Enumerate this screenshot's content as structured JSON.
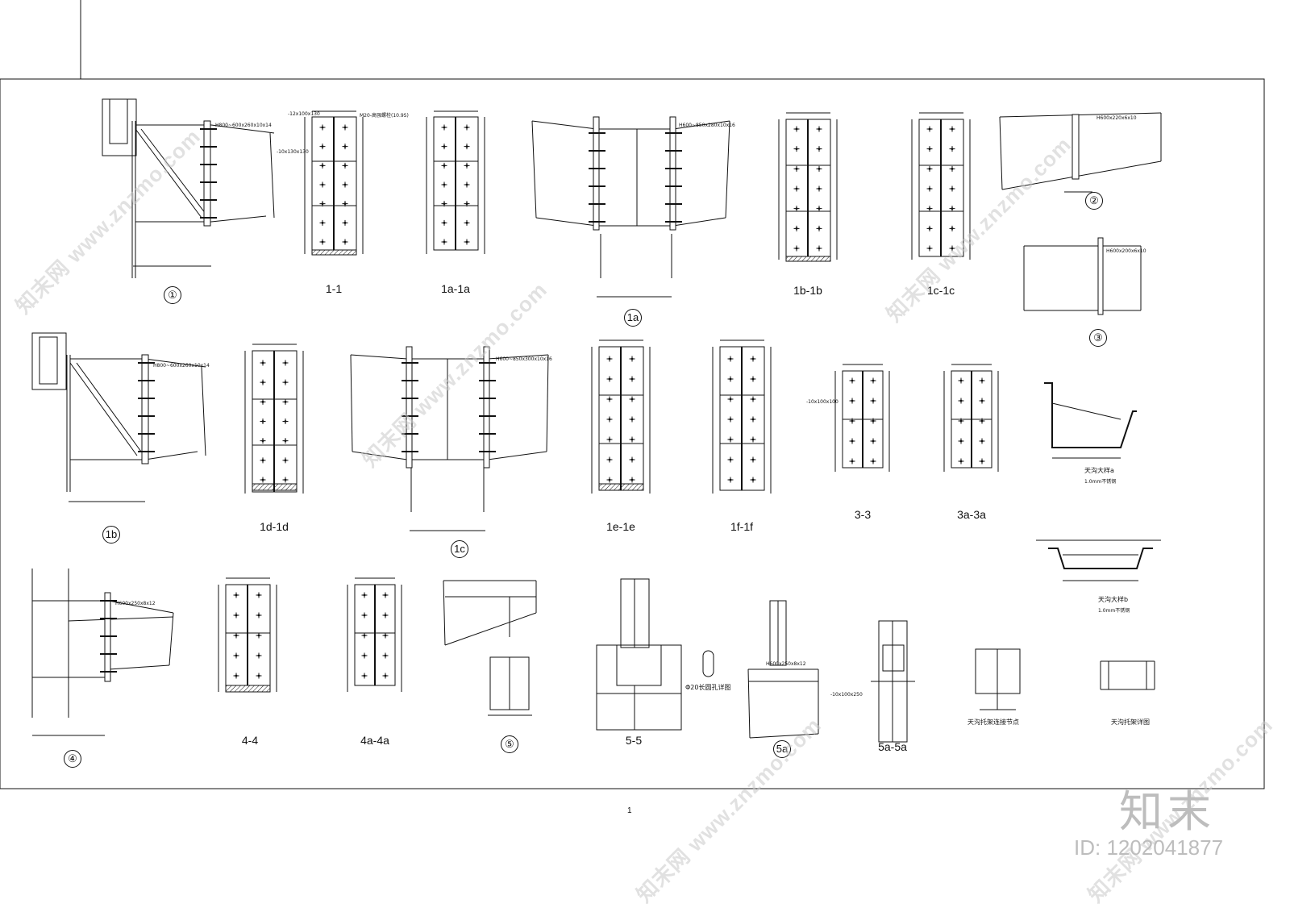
{
  "captions": {
    "d1": "①",
    "s11": "1-1",
    "s1a": "1a-1a",
    "d1a": "1a",
    "s1b": "1b-1b",
    "s1c": "1c-1c",
    "d2": "②",
    "d3": "③",
    "d1b": "1b",
    "s1d": "1d-1d",
    "d1c": "1c",
    "s1e": "1e-1e",
    "s1f": "1f-1f",
    "s33": "3-3",
    "s3a": "3a-3a",
    "d4": "④",
    "s44": "4-4",
    "s4a": "4a-4a",
    "d5": "⑤",
    "s55": "5-5",
    "d5a": "5a",
    "s5a": "5a-5a"
  },
  "gutter_labels": {
    "ga": "天沟大样a",
    "gb": "天沟大样b",
    "ga_note": "1.0mm不锈钢",
    "gb_note": "1.0mm不锈钢",
    "node": "天沟托架连接节点",
    "bracket": "天沟托架详图",
    "slot": "Φ20长圆孔详图"
  },
  "member_labels": {
    "h1": "H800~600x260x10x14",
    "h1a": "H600~850x280x10x16",
    "h2": "H600x220x6x10",
    "h3": "H600x200x6x10",
    "h1b": "H800~600x260x10x14",
    "h1c": "H600~850x300x10x16",
    "h4": "H600x250x8x12",
    "h5a": "H600x250x8x12",
    "bolt": "M20-高强螺栓(10.9S)",
    "plate1": "-12x100x130",
    "plate2": "-10x130x130",
    "plate3": "-10x100x100",
    "plate4": "-10x100x250"
  },
  "branding": {
    "watermark": "知末网 www.znzmo.com",
    "logo": "知末",
    "id_text": "ID: 1202041877",
    "page_no": "1"
  }
}
